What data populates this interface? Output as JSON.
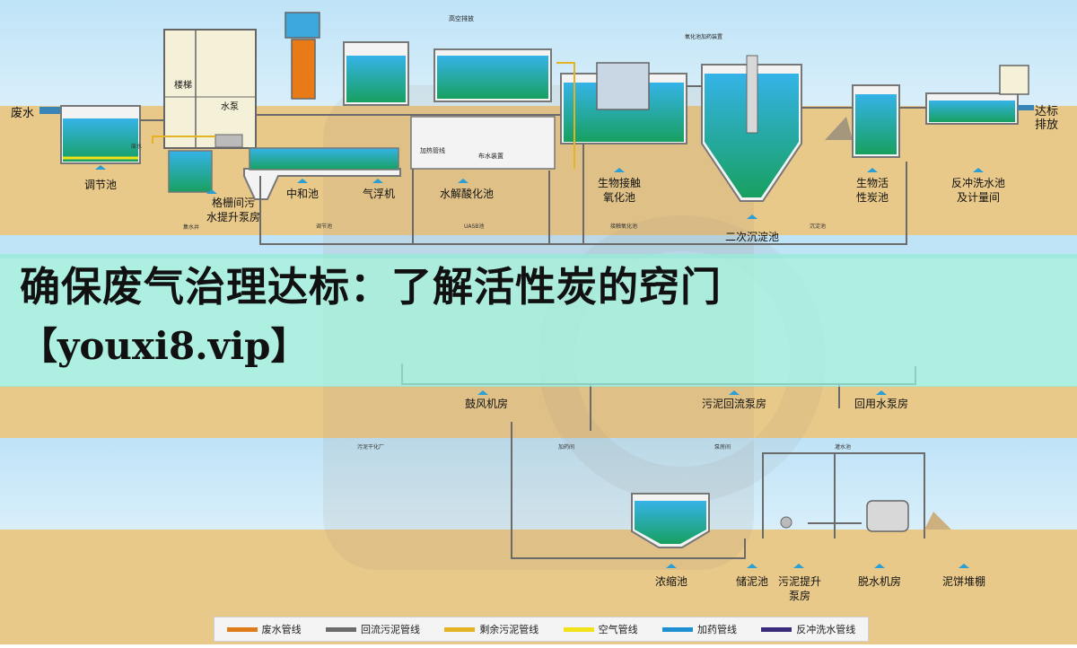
{
  "banner": {
    "title": "确保废气治理达标：了解活性炭的窍门",
    "url": "【youxi8.vip】"
  },
  "labels": {
    "waste_water": "废水",
    "discharge_line1": "达标",
    "discharge_line2": "排放",
    "tiaojie": "调节池",
    "gezha_line1": "格栅间污",
    "gezha_line2": "水提升泵房",
    "zhonghe": "中和池",
    "qifu": "气浮机",
    "shuijie": "水解酸化池",
    "shengwu_jiechu_line1": "生物接触",
    "shengwu_jiechu_line2": "氧化池",
    "erci": "二次沉淀池",
    "huoxingtan_line1": "生物活",
    "huoxingtan_line2": "性炭池",
    "fanchong_line1": "反冲洗水池",
    "fanchong_line2": "及计量间",
    "louti": "楼梯",
    "shuibeng": "水泵",
    "gulfeng": "鼓风机房",
    "wuni_huiliu": "污泥回流泵房",
    "huiyong": "回用水泵房",
    "nongsuo": "浓缩池",
    "chuni": "储泥池",
    "wuni_tisheng_line1": "污泥提升",
    "wuni_tisheng_line2": "泵房",
    "tuoshui": "脱水机房",
    "nibing": "泥饼堆棚",
    "small_gaokong": "高空排放",
    "small_fenzi": "氧化池加药装置",
    "small_jiare": "加热管线",
    "small_buchuan": "布水装置",
    "small_uasb": "UASB池",
    "small_tiaojie": "调节池",
    "small_jiechu": "接触氧化池",
    "small_chendian": "沉淀池",
    "small_jishuijing": "集水井",
    "small_wunigan": "污泥干化厂",
    "small_jiayao": "加药间",
    "small_bengfang": "泵房间",
    "small_guanshui": "灌水池",
    "small_feishui": "废水"
  },
  "legend": [
    {
      "label": "废水管线",
      "color": "#e07b1a"
    },
    {
      "label": "回流污泥管线",
      "color": "#6b6b6b"
    },
    {
      "label": "剩余污泥管线",
      "color": "#e3b321"
    },
    {
      "label": "空气管线",
      "color": "#f2e21a"
    },
    {
      "label": "加药管线",
      "color": "#1e8fd0"
    },
    {
      "label": "反冲洗水管线",
      "color": "#3a2a7a"
    }
  ]
}
